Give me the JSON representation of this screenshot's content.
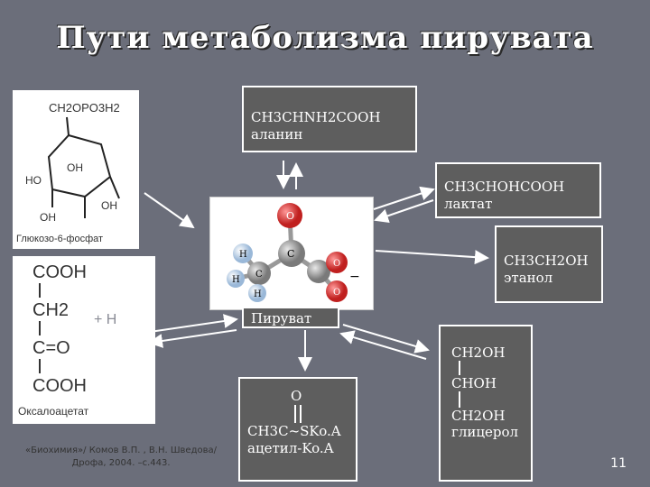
{
  "title": "Пути метаболизма пирувата",
  "alanine": {
    "formula": "CH3CHNH2COOH",
    "name": "аланин"
  },
  "lactate": {
    "formula": "CH3CHOHCOOH",
    "name": "лактат"
  },
  "ethanol": {
    "formula": "CH3CH2OH",
    "name": "этанол"
  },
  "pyruvate_label": "Пируват",
  "acetyl": {
    "top": "O",
    "formula": "CH3C~SKo.A",
    "name": "ацетил-Ko.A"
  },
  "glycerol": {
    "line1": "CH2OH",
    "line2": "CHOH",
    "line3": "CH2OH",
    "name": "глицерол"
  },
  "glucose": {
    "label": "Глюкозо-6-фосфат",
    "phosphate": "CH2OPO3H2",
    "oh": "OH",
    "ho": "HO"
  },
  "oxaloacetate": {
    "label": "Оксалоацетат",
    "f1": "COOH",
    "f2": "CH2",
    "f3": "C=O",
    "f4": "COOH"
  },
  "molecule": {
    "o1": "O",
    "c": "C",
    "h": "H",
    "o2": "O",
    "o3": "O",
    "minus": "−"
  },
  "faint_text": "+ H",
  "reference": "«Биохимия»/ Комов В.П. , В.Н. Шведова/ Дрофа, 2004. –с.443.",
  "slide_number": "11"
}
